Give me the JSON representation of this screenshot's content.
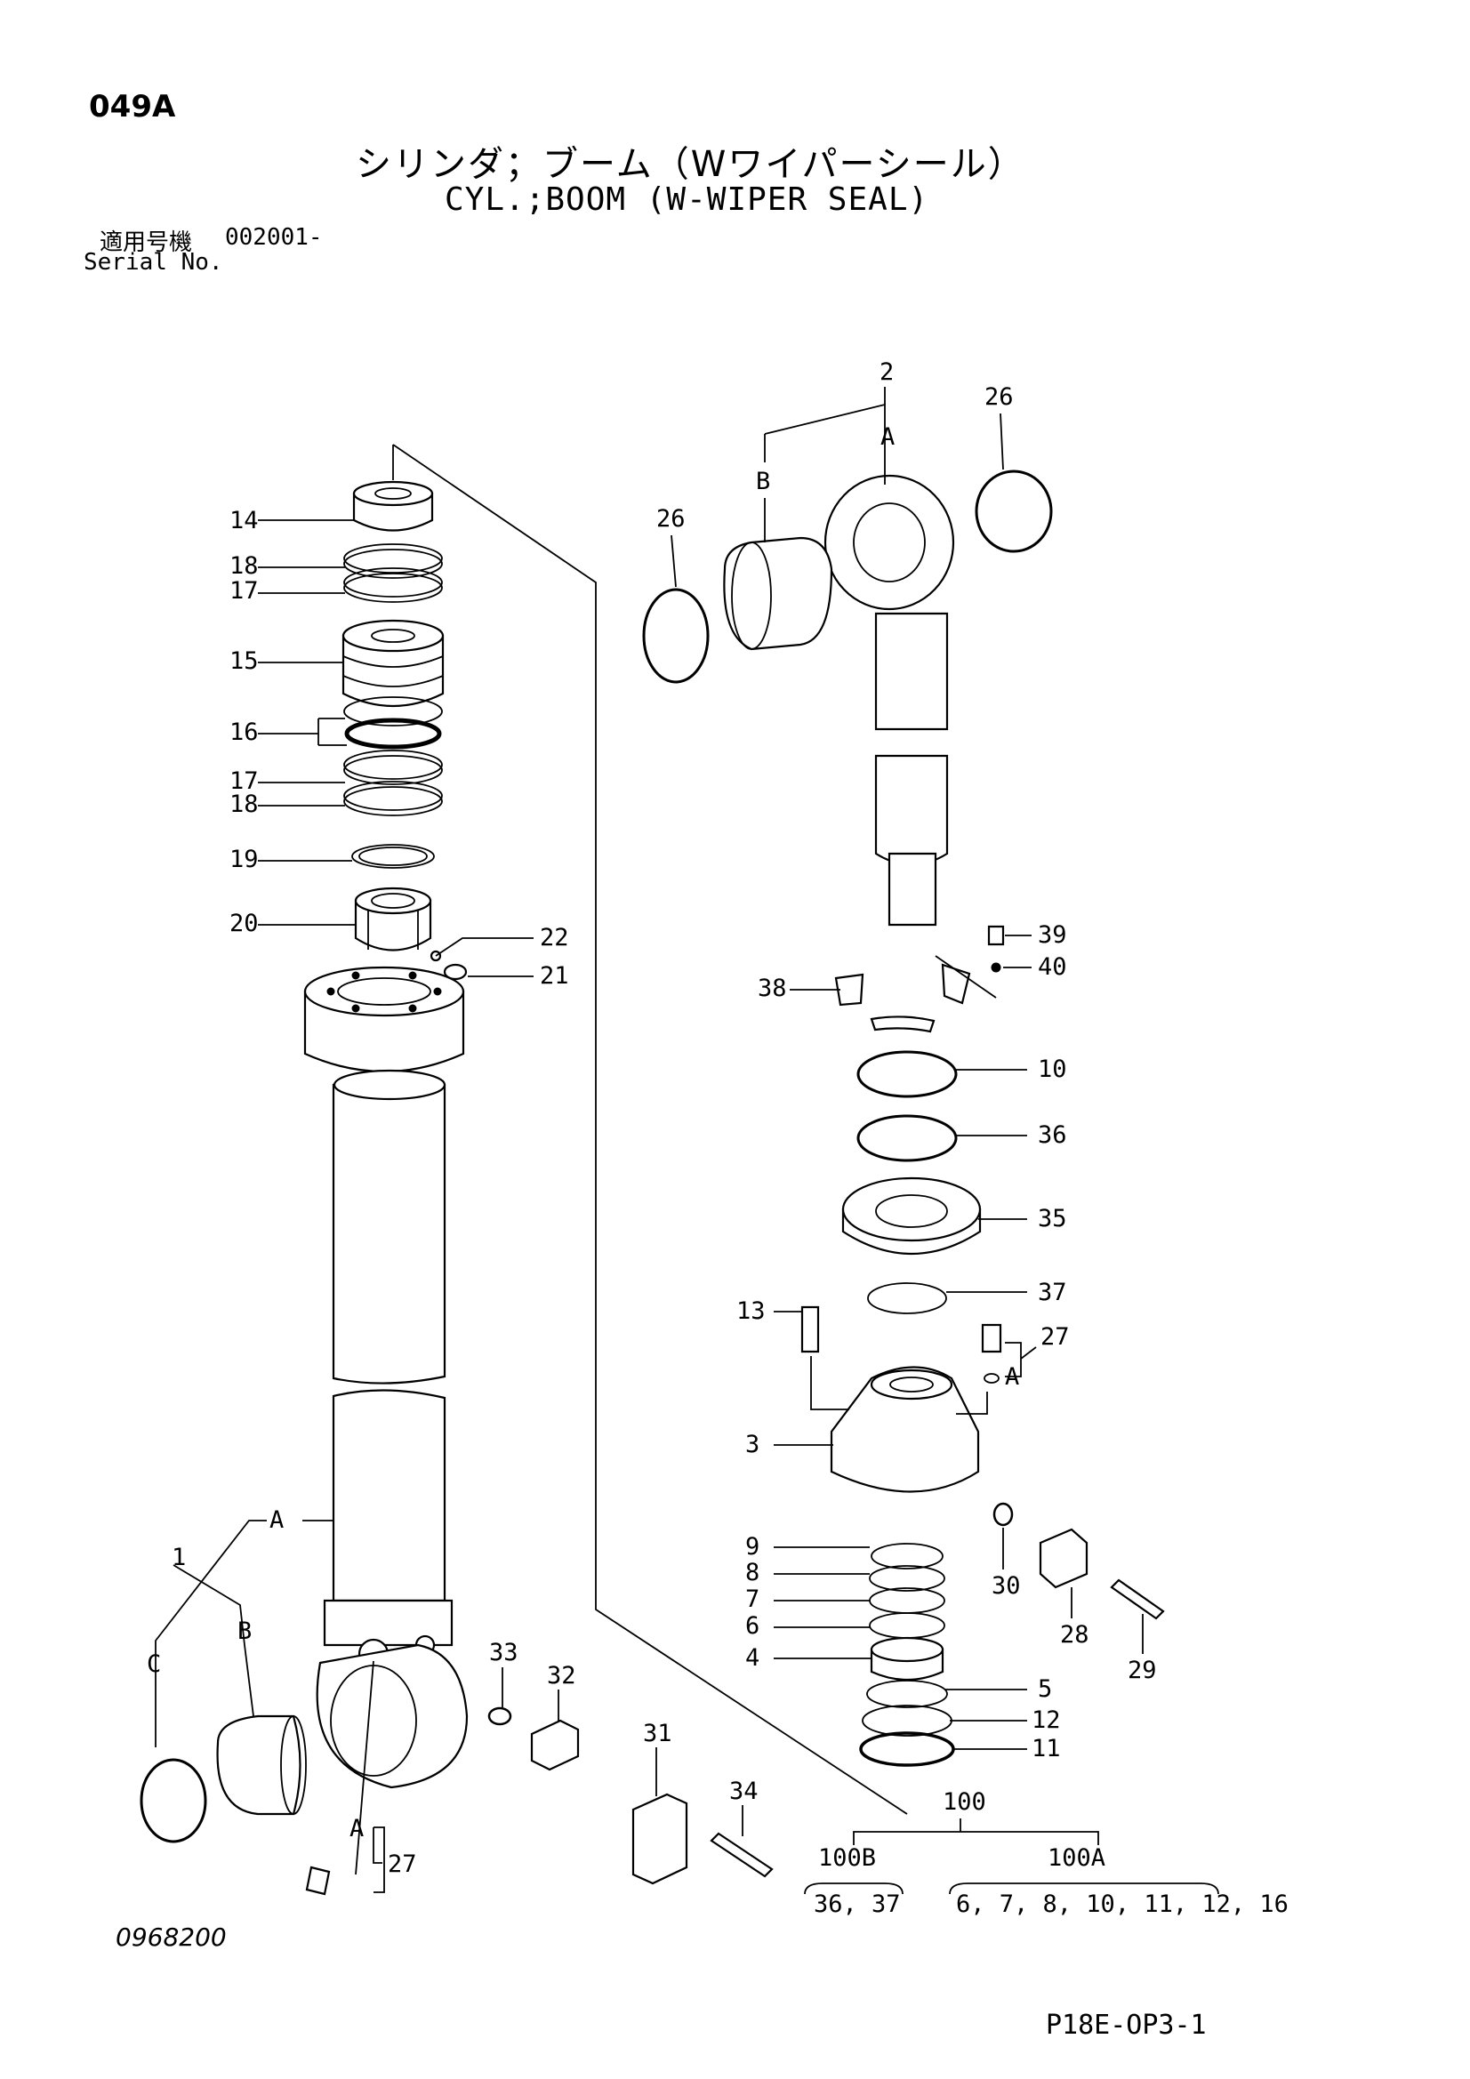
{
  "header": {
    "page_code": "049A",
    "title_jp": "シリンダ；ブーム（Wワイパーシール）",
    "title_en": "CYL.;BOOM (W-WIPER SEAL)",
    "serial_label_jp": "適用号機",
    "serial_value": "002001-",
    "serial_label_en": "Serial No."
  },
  "footer": {
    "drawing_number": "0968200",
    "page_reference": "P18E-OP3-1"
  },
  "callouts": {
    "c14": "14",
    "c18a": "18",
    "c17a": "17",
    "c15": "15",
    "c16": "16",
    "c17b": "17",
    "c18b": "18",
    "c19": "19",
    "c20": "20",
    "c22": "22",
    "c21": "21",
    "cA_rod": "A",
    "c1": "1",
    "cB_left": "B",
    "cC": "C",
    "c33": "33",
    "c32": "32",
    "c31": "31",
    "c34": "34",
    "cA_low": "A",
    "c27_low": "27",
    "c2": "2",
    "cA_top": "A",
    "cB_top": "B",
    "c26_left": "26",
    "c26_right": "26",
    "c39": "39",
    "c40": "40",
    "c38": "38",
    "c10": "10",
    "c36": "36",
    "c35": "35",
    "c37": "37",
    "c13": "13",
    "c27_up": "27",
    "cA_up": "A",
    "c3": "3",
    "c30": "30",
    "c28": "28",
    "c29": "29",
    "c9": "9",
    "c8": "8",
    "c7": "7",
    "c6": "6",
    "c4": "4",
    "c5": "5",
    "c12": "12",
    "c11": "11"
  },
  "kits": {
    "total": "100",
    "kit_b": "100B",
    "kit_a": "100A",
    "kit_b_parts": "36, 37",
    "kit_a_parts": "6, 7, 8, 10, 11, 12, 16"
  }
}
